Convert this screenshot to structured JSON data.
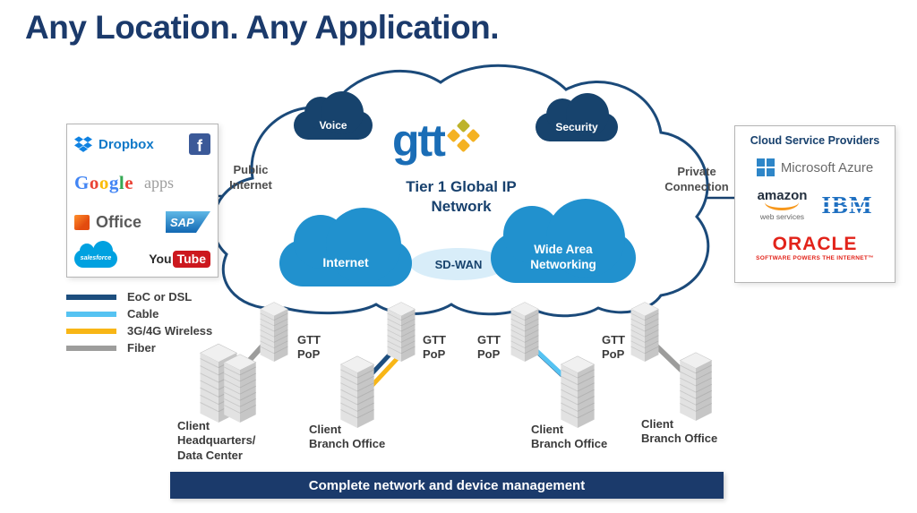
{
  "title": "Any Location. Any Application.",
  "colors": {
    "navy": "#1b3a6b",
    "cloud_blue": "#2191ce",
    "dark_cloud": "#17436d",
    "gtt_blue": "#1a6db6",
    "accent_gold": "#f4b223"
  },
  "cloud": {
    "logo": "gtt",
    "network_name": "Tier 1 Global IP\nNetwork",
    "voice": "Voice",
    "security": "Security",
    "internet": "Internet",
    "wan": "Wide Area\nNetworking",
    "sdwan": "SD-WAN"
  },
  "links": {
    "public": "Public\nInternet",
    "private": "Private\nConnection"
  },
  "saas_panel": {
    "dropbox": "Dropbox",
    "facebook_initial": "f",
    "google_letters": [
      {
        "ch": "G",
        "color": "#4285F4"
      },
      {
        "ch": "o",
        "color": "#EA4335"
      },
      {
        "ch": "o",
        "color": "#FBBC05"
      },
      {
        "ch": "g",
        "color": "#4285F4"
      },
      {
        "ch": "l",
        "color": "#34A853"
      },
      {
        "ch": "e",
        "color": "#EA4335"
      }
    ],
    "google_suffix": "apps",
    "office": "Office",
    "sap": "SAP",
    "salesforce": "salesforce",
    "youtube_you": "You",
    "youtube_tube": "Tube"
  },
  "csp_panel": {
    "title": "Cloud Service Providers",
    "azure": "Microsoft Azure",
    "aws_name": "amazon",
    "aws_sub": "web services",
    "ibm": "IBM",
    "oracle": "ORACLE",
    "oracle_tagline": "SOFTWARE POWERS THE INTERNET™"
  },
  "legend": {
    "items": [
      {
        "label": "EoC or DSL",
        "color": "#1d4e7e"
      },
      {
        "label": "Cable",
        "color": "#56c3f2"
      },
      {
        "label": "3G/4G Wireless",
        "color": "#f8b616"
      },
      {
        "label": "Fiber",
        "color": "#9d9d9c"
      }
    ]
  },
  "pops": [
    {
      "label": "GTT\nPoP"
    },
    {
      "label": "GTT\nPoP"
    },
    {
      "label": "GTT\nPoP"
    },
    {
      "label": "GTT\nPoP"
    }
  ],
  "sites": [
    {
      "label": "Client\nHeadquarters/\nData Center"
    },
    {
      "label": "Client\nBranch Office"
    },
    {
      "label": "Client\nBranch Office"
    },
    {
      "label": "Client\nBranch Office"
    }
  ],
  "footer": "Complete network and device management"
}
